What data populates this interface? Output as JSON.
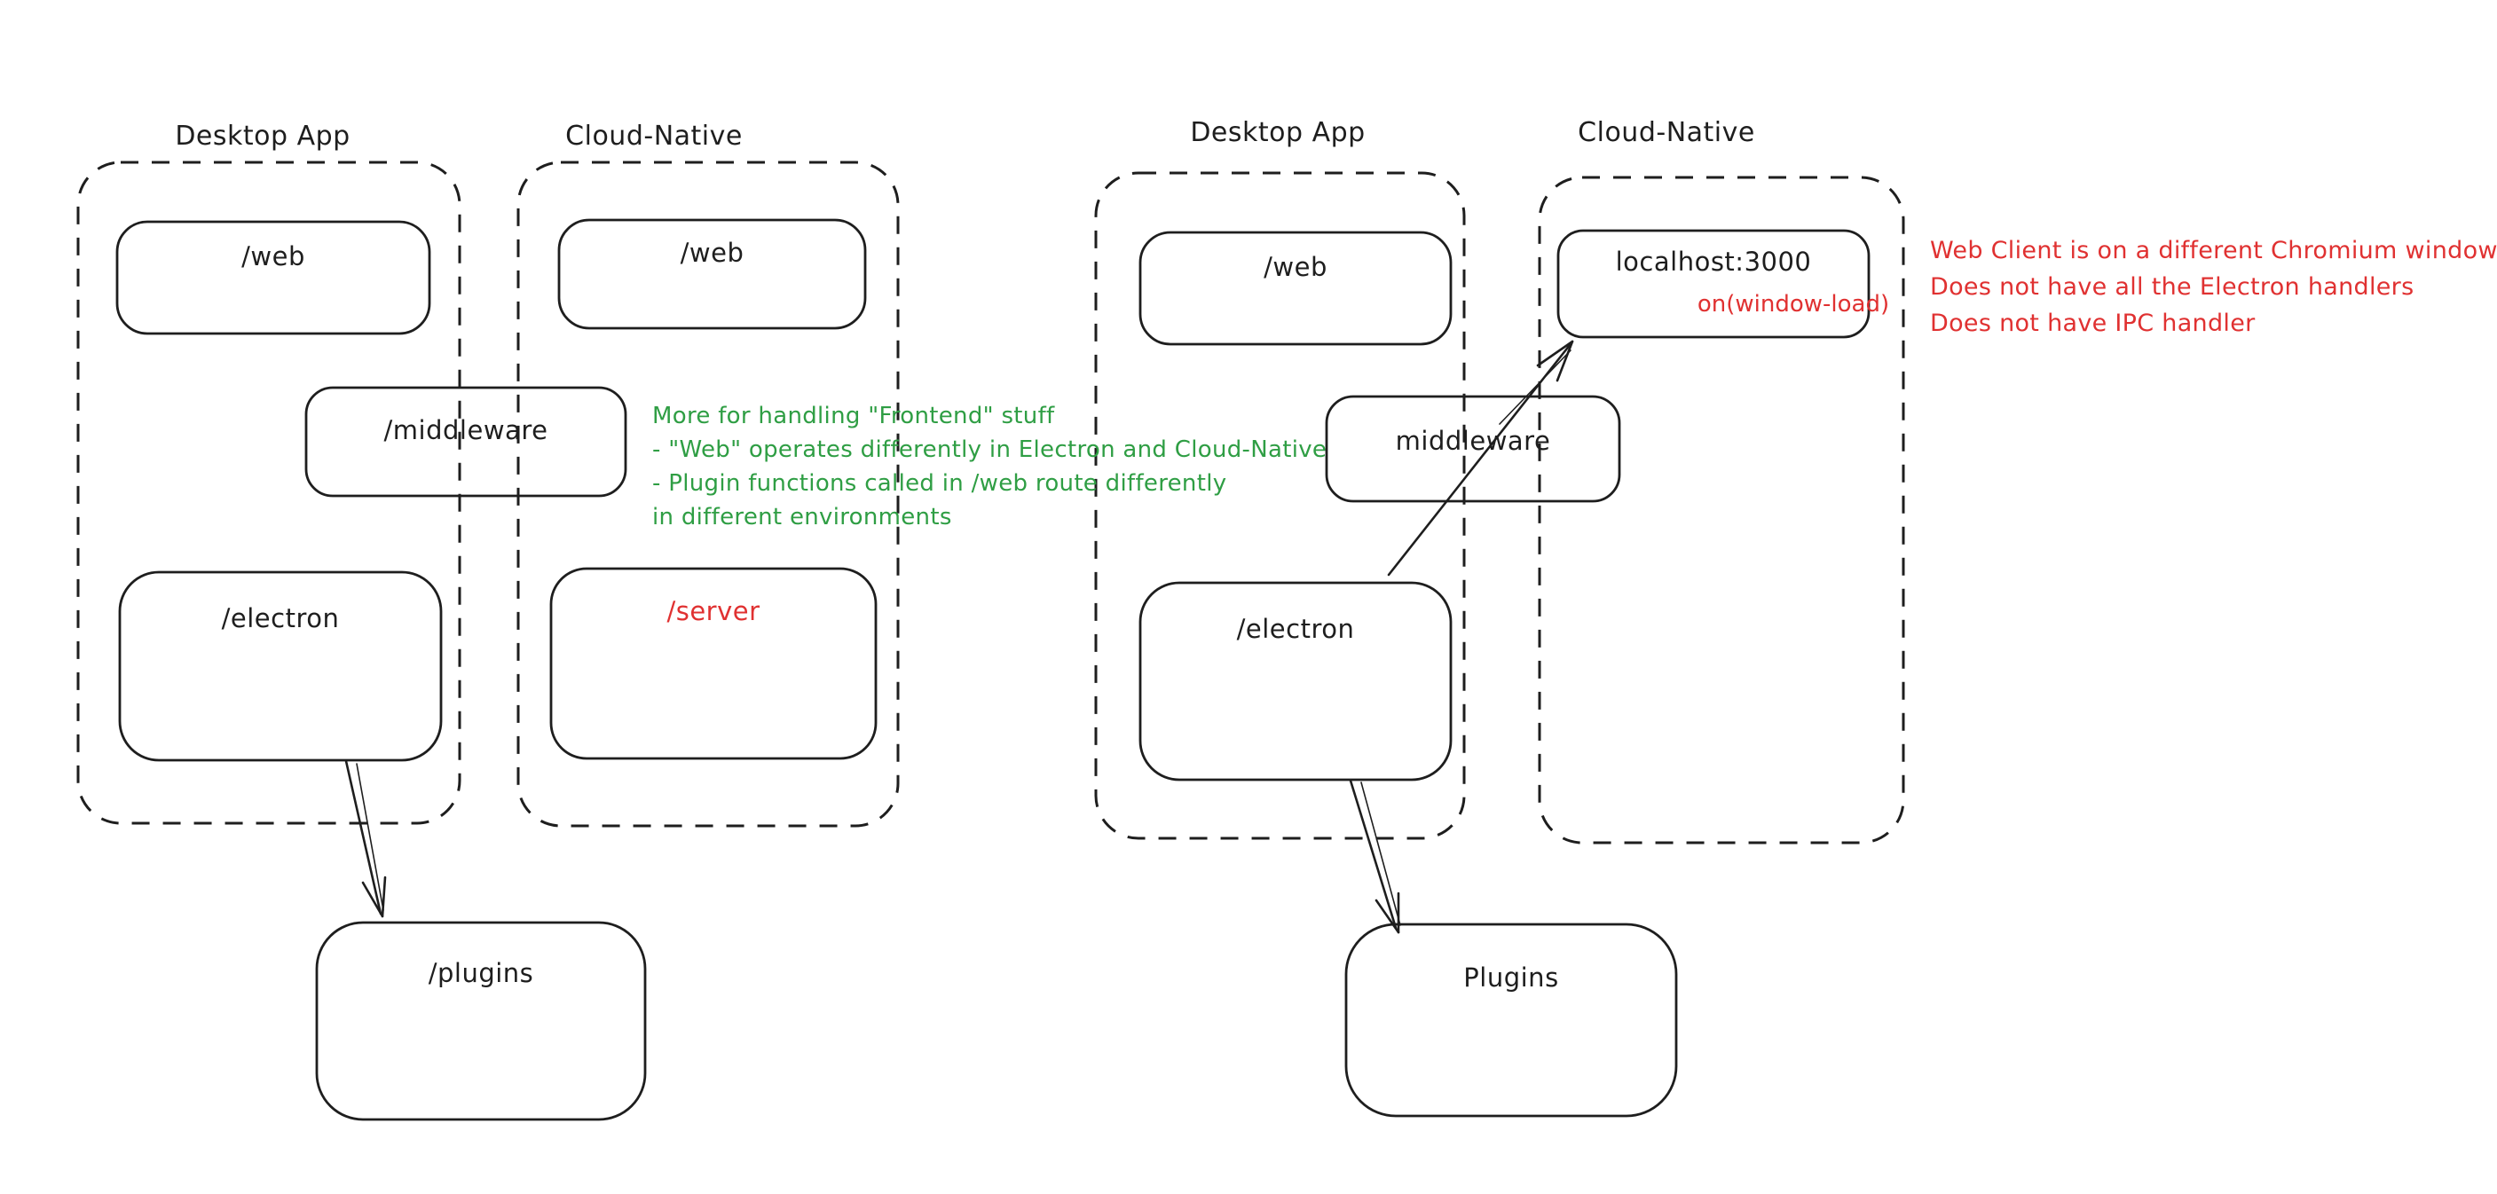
{
  "colors": {
    "stroke": "#1e1e1e",
    "red": "#e03131",
    "green": "#2f9e44",
    "bg": "#ffffff"
  },
  "left": {
    "desktop": {
      "title": "Desktop App",
      "web": "/web",
      "electron": "/electron"
    },
    "cloud": {
      "title": "Cloud-Native",
      "web": "/web",
      "server": "/server"
    },
    "middleware": "/middleware",
    "plugins": "/plugins",
    "note": {
      "lines": [
        "More for handling \"Frontend\" stuff",
        "- \"Web\" operates differently in Electron and Cloud-Native",
        "- Plugin functions called in /web route differently",
        "in different environments"
      ]
    }
  },
  "right": {
    "desktop": {
      "title": "Desktop App",
      "web": "/web",
      "electron": "/electron"
    },
    "cloud": {
      "title": "Cloud-Native",
      "localhost": {
        "title": "localhost:3000",
        "event": "on(window-load)"
      }
    },
    "middleware": "middleware",
    "plugins": "Plugins",
    "note": {
      "lines": [
        "Web Client is on a different Chromium window",
        "Does not have all the Electron handlers",
        "Does not have IPC handler"
      ]
    }
  }
}
